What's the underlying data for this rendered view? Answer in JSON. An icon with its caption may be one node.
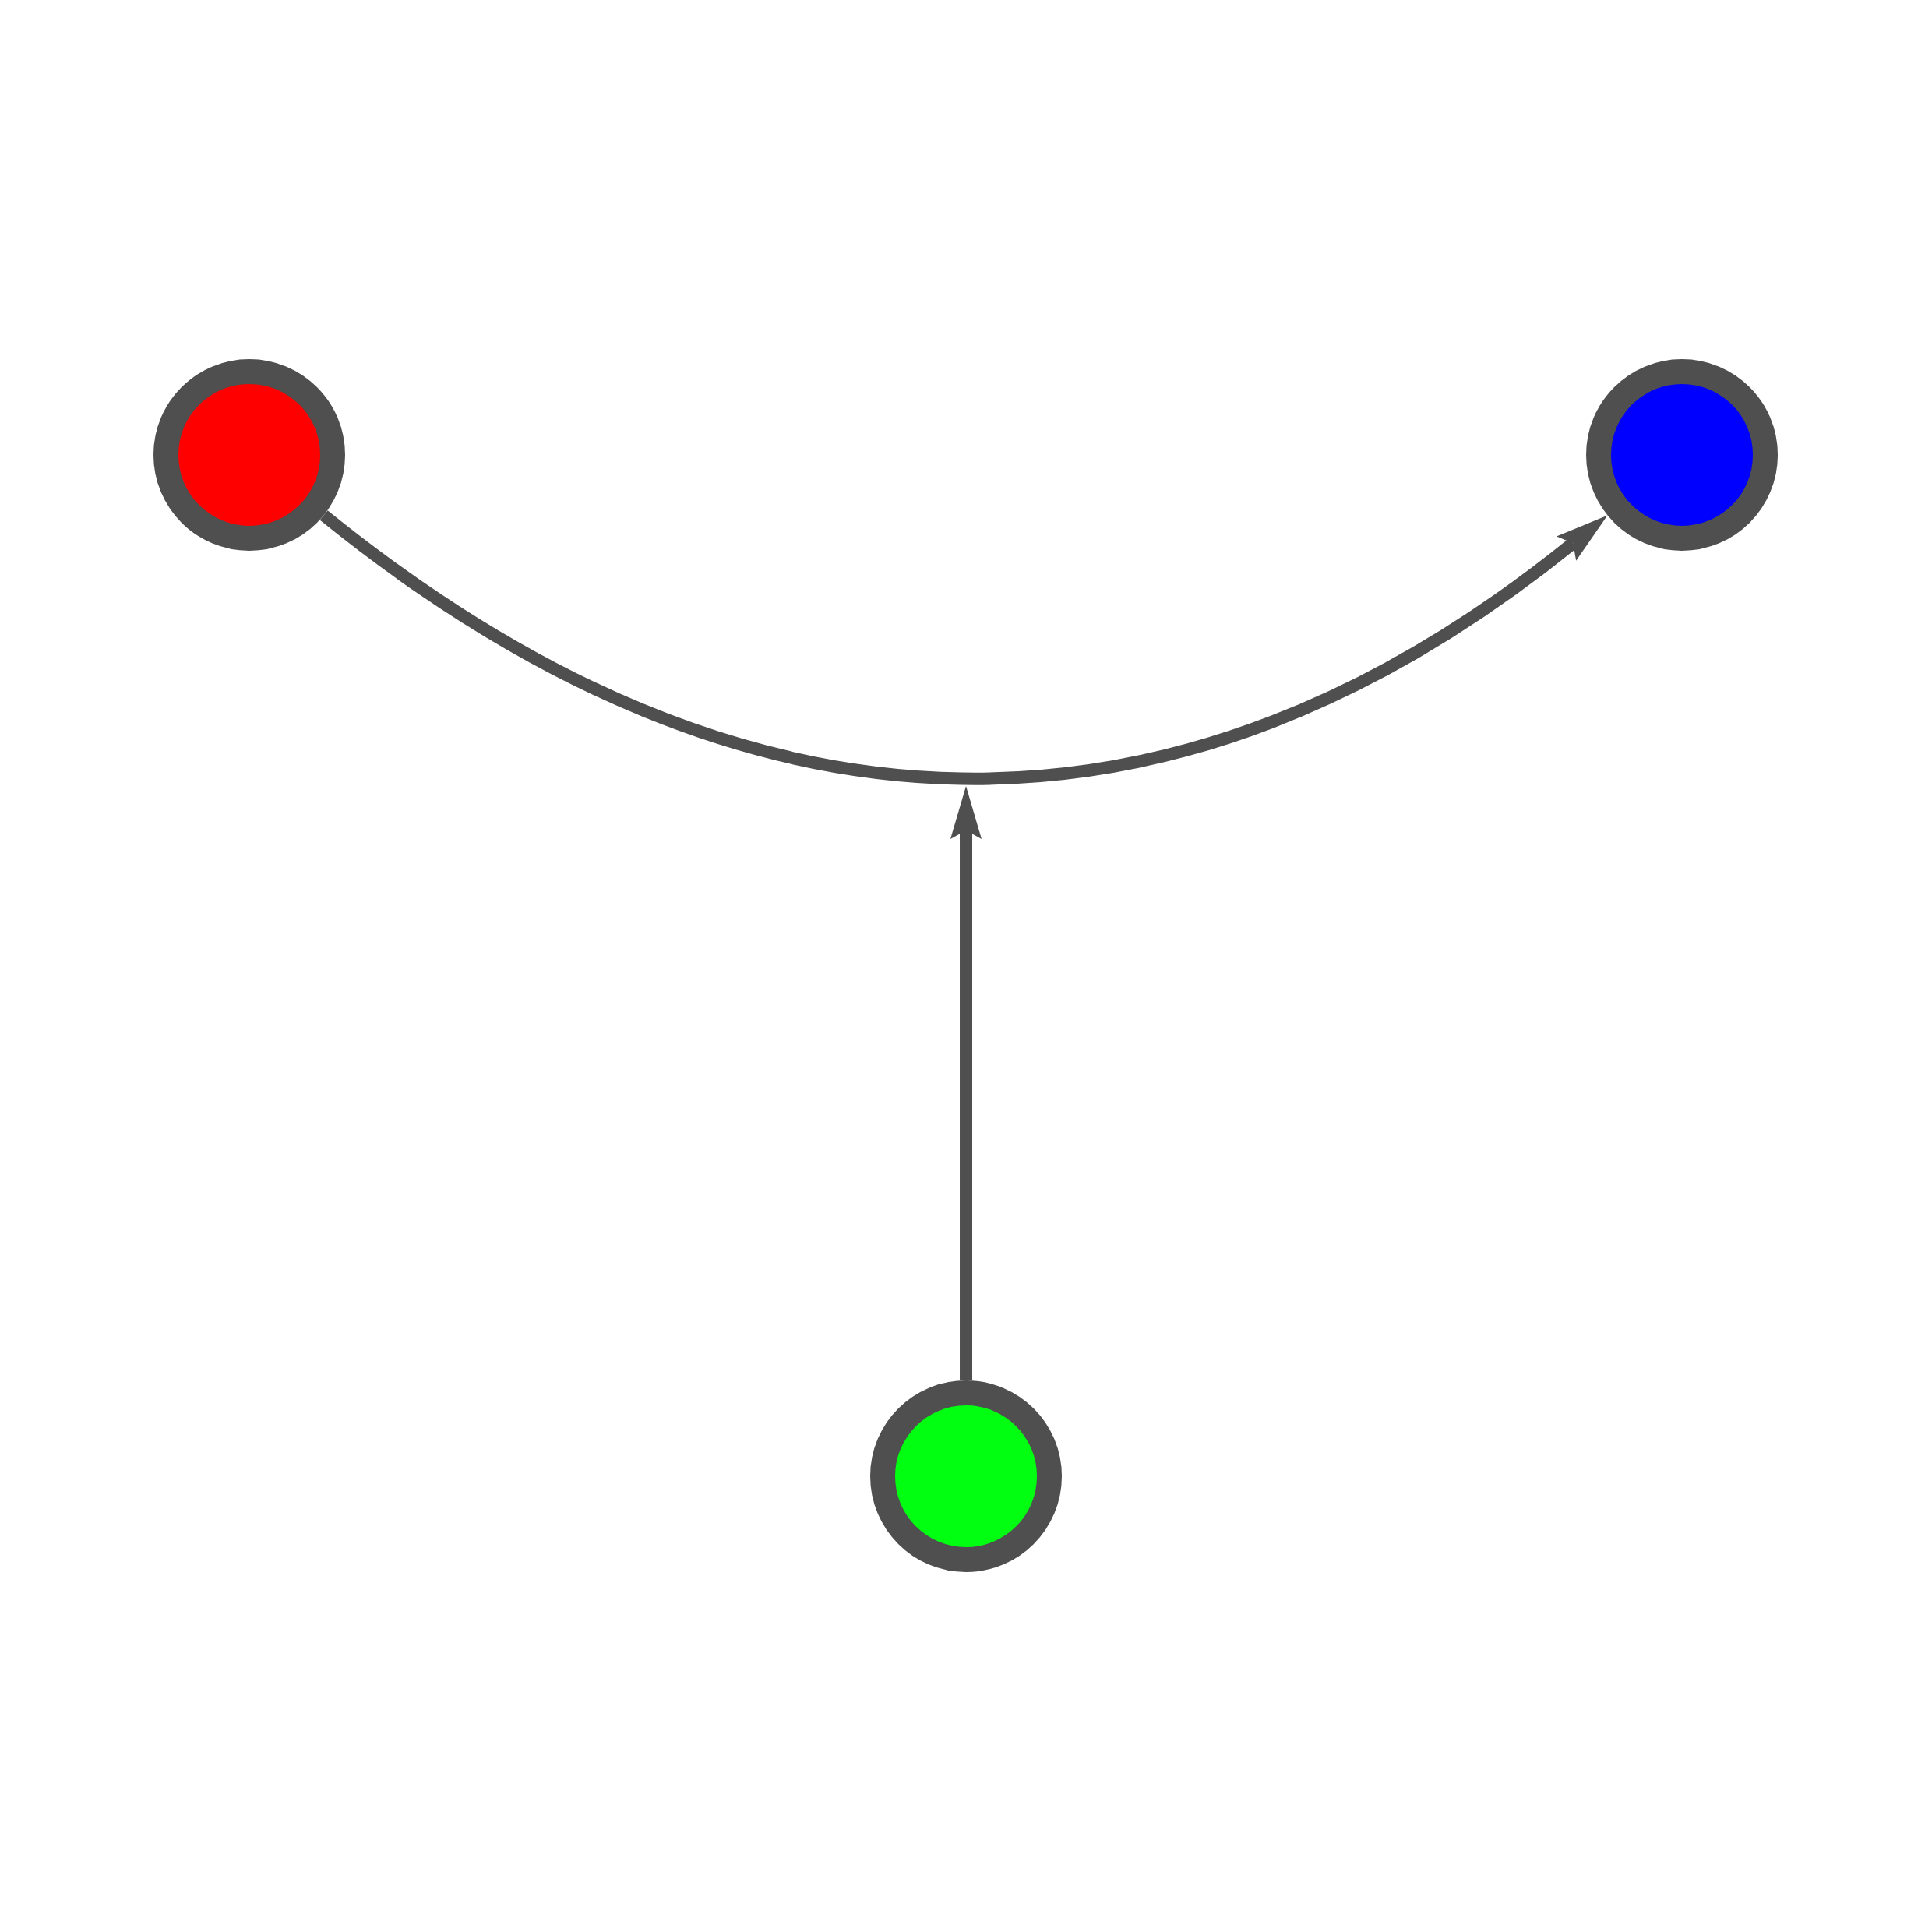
{
  "diagram": {
    "nodes": [
      {
        "text": [],
        "shape": "circle"
      },
      {
        "text": [],
        "shape": "circle"
      },
      {
        "text": [],
        "shape": "circle"
      }
    ],
    "edges": [
      {
        "from": 0,
        "to": 1,
        "arrow": "to"
      },
      {
        "from": 2,
        "to": null,
        "arrow": "to"
      }
    ]
  }
}
